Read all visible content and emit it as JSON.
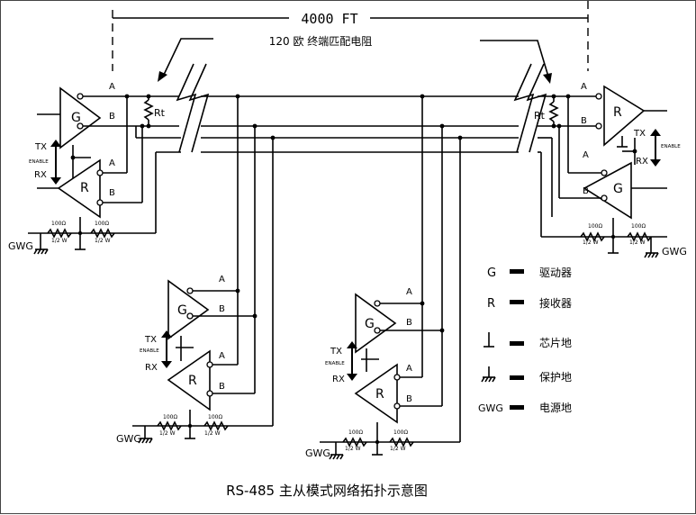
{
  "distance_label": "4000 FT",
  "termination_label": "120 欧  终端匹配电阻",
  "resistor_label": "Rt",
  "pin_a": "A",
  "pin_b": "B",
  "driver_letter": "G",
  "receiver_letter": "R",
  "tx": "TX",
  "rx": "RX",
  "enable": "ENABLE",
  "res_value": "100Ω",
  "res_power": "1/2 W",
  "gwg": "GWG",
  "legend": {
    "g_label": "驱动器",
    "r_label": "接收器",
    "chip_ground": "芯片地",
    "protect_ground": "保护地",
    "power_ground": "电源地"
  },
  "caption": "RS-485 主从模式网络拓扑示意图"
}
